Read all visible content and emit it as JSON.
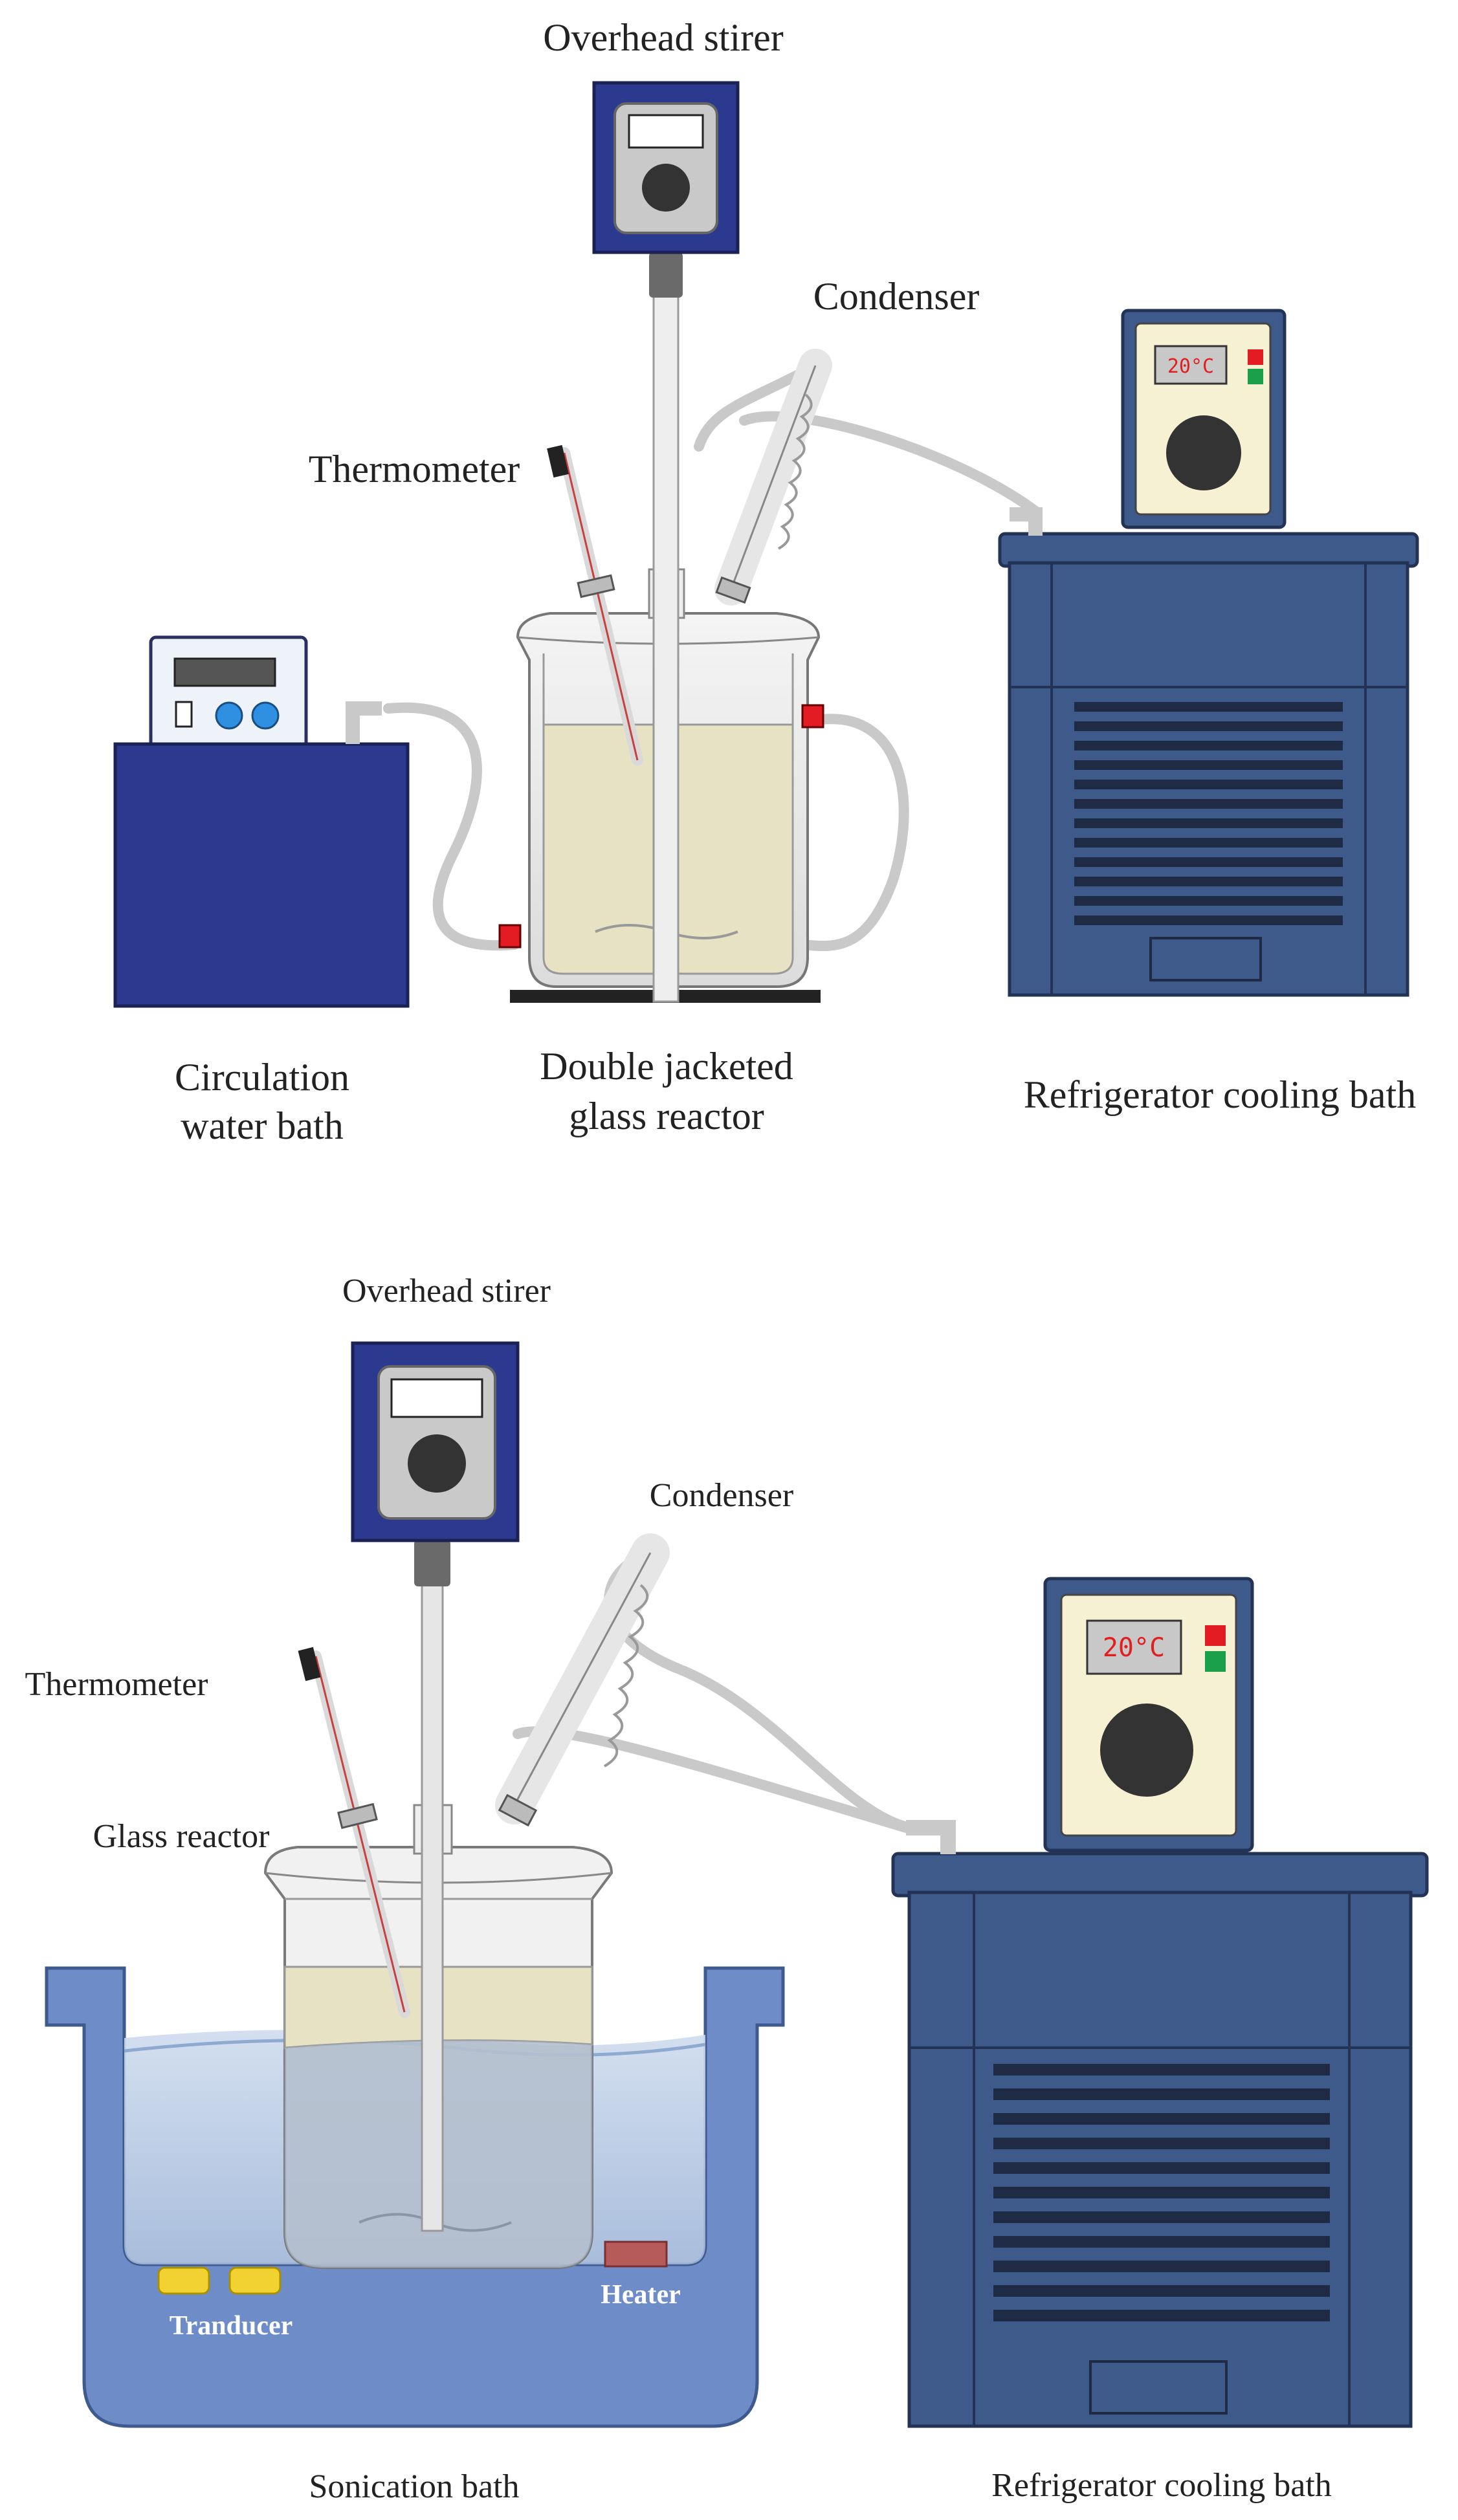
{
  "top": {
    "labels": {
      "overhead_stirer": "Overhead stirer",
      "condenser": "Condenser",
      "thermometer": "Thermometer",
      "circulation_1": "Circulation",
      "circulation_2": "water bath",
      "reactor_1": "Double jacketed",
      "reactor_2": "glass reactor",
      "refrigerator": "Refrigerator cooling bath"
    },
    "display_temp": "20°C"
  },
  "bottom": {
    "labels": {
      "overhead_stirer": "Overhead stirer",
      "condenser": "Condenser",
      "thermometer": "Thermometer",
      "glass_reactor": "Glass reactor",
      "tranducer": "Tranducer",
      "heater": "Heater",
      "sonication": "Sonication bath",
      "refrigerator": "Refrigerator cooling bath"
    },
    "display_temp": "20°C"
  },
  "colors": {
    "navy": "#2b3a8f",
    "steel_blue": "#3d5a8a",
    "liquid": "#e8e2c4",
    "bath_blue": "#6d8cc8",
    "water": "#b9cde8",
    "connector_red": "#e31b23",
    "transducer_yellow": "#f2d230"
  }
}
